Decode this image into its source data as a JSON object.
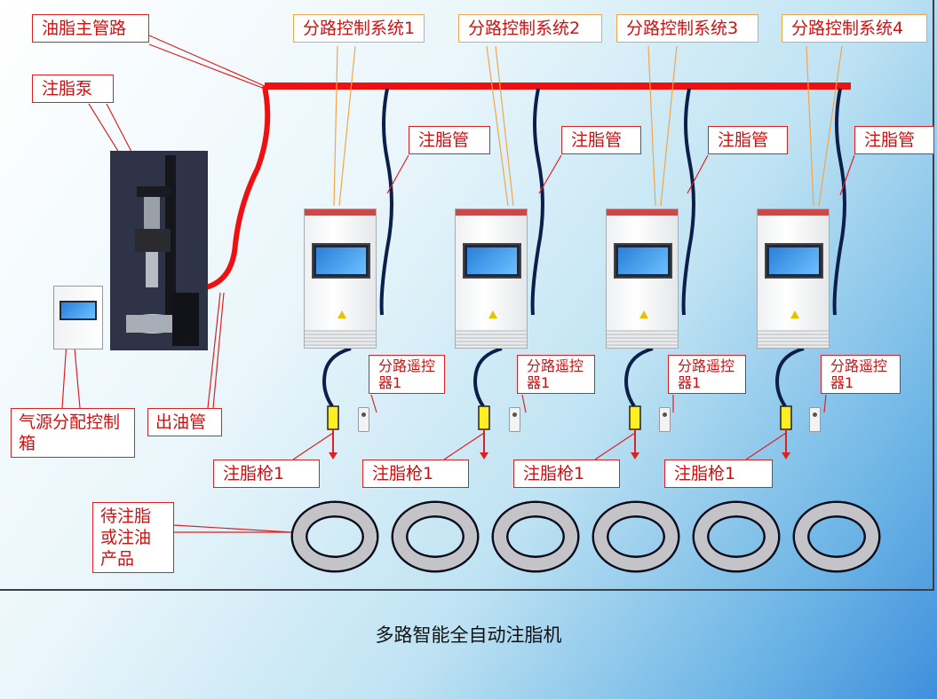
{
  "labels": {
    "main_pipe": "油脂主管路",
    "pump": "注脂泵",
    "air_box": "气源分配控制箱",
    "out_pipe": "出油管",
    "grease_pipe": "注脂管",
    "remote": "分路遥控器1",
    "gun": "注脂枪1",
    "product": "待注脂或注油产品"
  },
  "systems": [
    "分路控制系统1",
    "分路控制系统2",
    "分路控制系统3",
    "分路控制系统4"
  ],
  "caption": "多路智能全自动注脂机",
  "colors": {
    "pipe": "#ee1111",
    "hose": "#0b1f4a",
    "label_border": "#e02020",
    "system_border": "#f2a64a",
    "label_text": "#d01010"
  }
}
